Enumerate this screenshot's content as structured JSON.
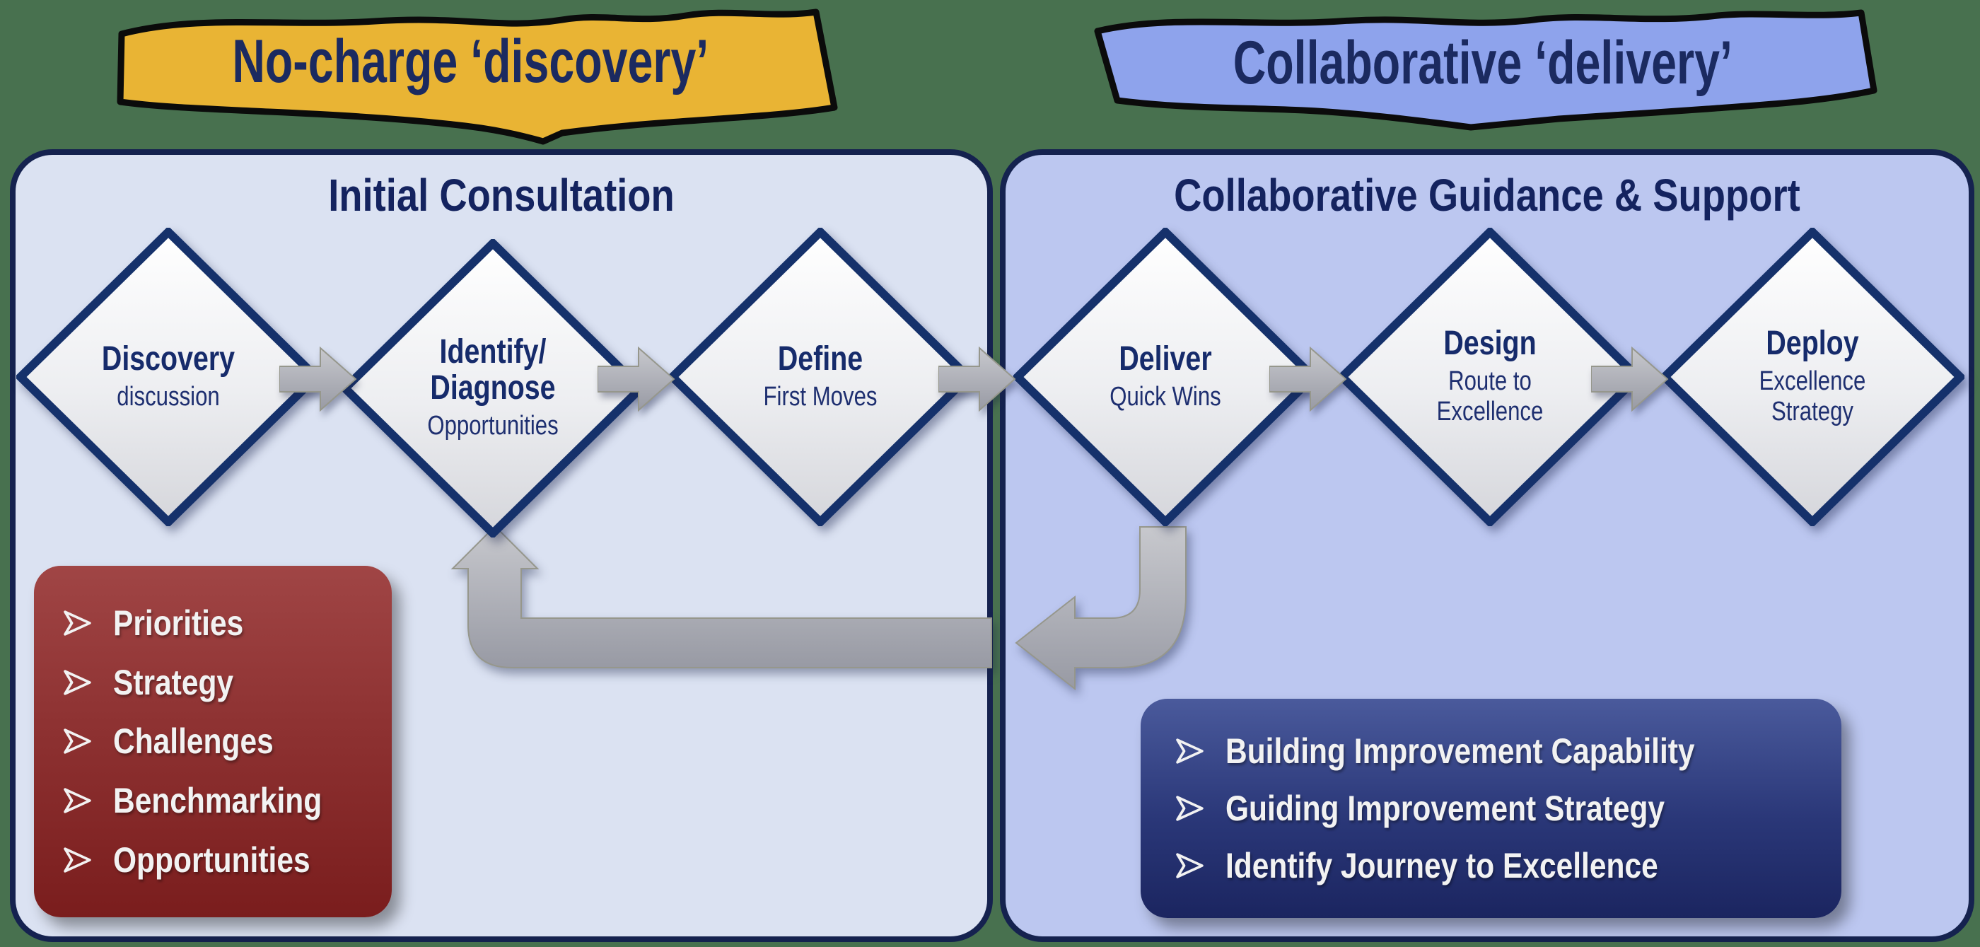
{
  "banners": {
    "discovery": {
      "label": "No-charge ‘discovery’",
      "fill": "#E9B434",
      "outline": "#0B0B0B",
      "text_color": "#1B2A60"
    },
    "delivery": {
      "label": "Collaborative ‘delivery’",
      "fill": "#8EA3EC",
      "outline": "#0B0B0B",
      "text_color": "#1B2A60"
    }
  },
  "panels": {
    "left": {
      "title": "Initial Consultation",
      "fill": "#DBE2F2",
      "border": "#15224F"
    },
    "right": {
      "title": "Collaborative Guidance & Support",
      "fill": "#BCC7F0",
      "border": "#15224F"
    }
  },
  "diamonds": [
    {
      "title": "Discovery",
      "subtitle": "discussion"
    },
    {
      "title": "Identify/\nDiagnose",
      "subtitle": "Opportunities"
    },
    {
      "title": "Define",
      "subtitle": "First Moves"
    },
    {
      "title": "Deliver",
      "subtitle": "Quick Wins"
    },
    {
      "title": "Design",
      "subtitle": "Route to\nExcellence"
    },
    {
      "title": "Deploy",
      "subtitle": "Excellence\nStrategy"
    }
  ],
  "discovery_topics": {
    "items": [
      "Priorities",
      "Strategy",
      "Challenges",
      "Benchmarking",
      "Opportunities"
    ]
  },
  "delivery_topics": {
    "items": [
      "Building Improvement Capability",
      "Guiding Improvement Strategy",
      "Identify Journey to Excellence"
    ]
  },
  "colors": {
    "background": "#48714F",
    "diamond_border": "#15316B",
    "diamond_fill_top": "#FFFFFF",
    "diamond_fill_bottom": "#D5D6DB",
    "arrow_gray_light": "#C7C8CD",
    "arrow_gray_dark": "#989AA4",
    "red_box_top": "#A04545",
    "red_box_bottom": "#7A1D1D",
    "navy_box_top": "#4A5A9C",
    "navy_box_bottom": "#1B2560"
  }
}
